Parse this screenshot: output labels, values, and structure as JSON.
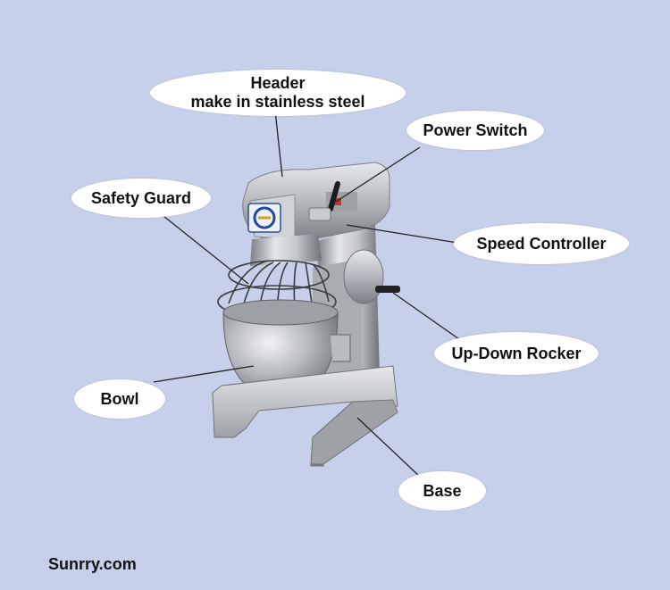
{
  "labels": {
    "header_line1": "Header",
    "header_line2": "make in stainless steel",
    "power_switch": "Power Switch",
    "safety_guard": "Safety Guard",
    "speed_controller": "Speed Controller",
    "up_down_rocker": "Up-Down Rocker",
    "bowl": "Bowl",
    "base": "Base"
  },
  "watermark": "Sunrry.com",
  "colors": {
    "background": "#c6d0ea",
    "callout": "#ffffff",
    "steel": "#b9bcc1",
    "leader_line": "#222222"
  },
  "icons": {
    "logo": "brand-logo-icon"
  }
}
